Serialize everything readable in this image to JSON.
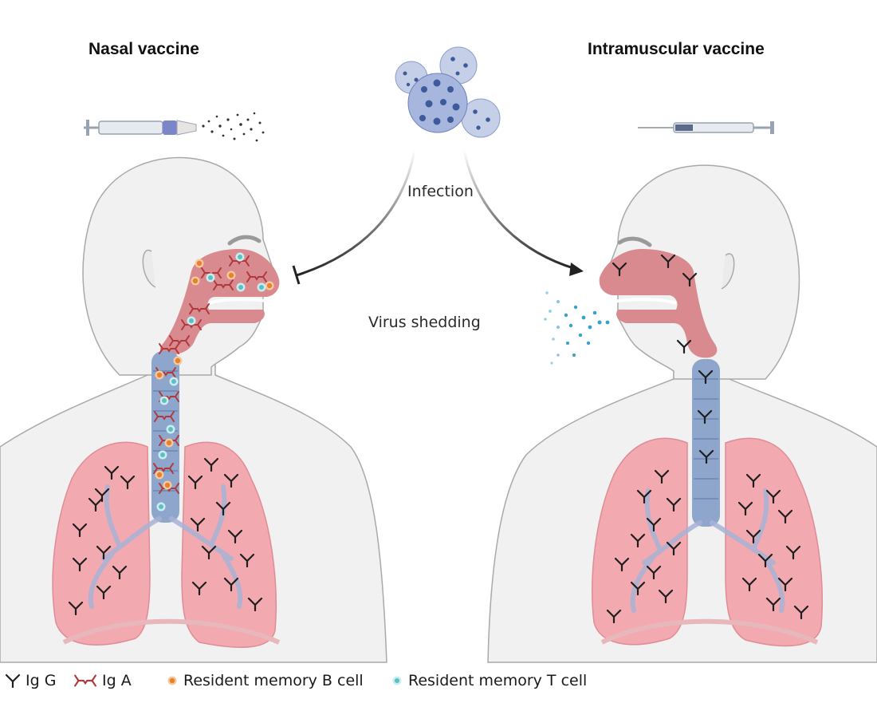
{
  "panels": {
    "left_title": "Nasal vaccine",
    "right_title": "Intramuscular vaccine"
  },
  "flow": {
    "infection_label": "Infection",
    "shedding_label": "Virus shedding"
  },
  "legend": {
    "igg": "Ig G",
    "iga": "Ig A",
    "b_cell": "Resident memory B cell",
    "t_cell": "Resident memory T cell"
  },
  "colors": {
    "skin": "#f1f1f1",
    "outline": "#a9a9a9",
    "airway": "#d98a8f",
    "trachea": "#8ea6cc",
    "lung": "#f2a9b0",
    "igg": "#1e1e1e",
    "iga": "#b0393d",
    "b_cell": "#e8822a",
    "t_cell": "#7fd3d6",
    "virus": "#3d5a9c",
    "droplet": "#3aa0c8"
  }
}
